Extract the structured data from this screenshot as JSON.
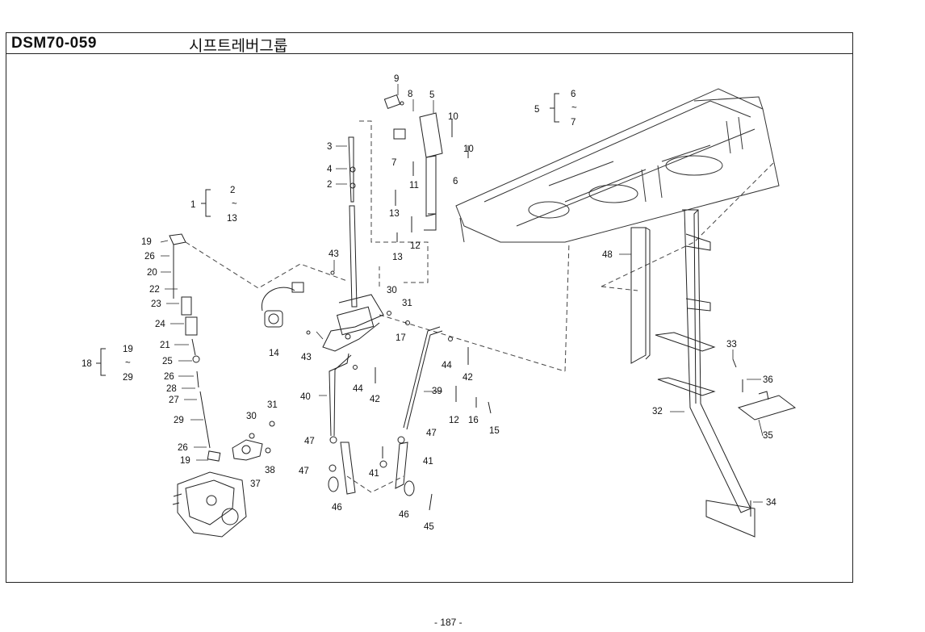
{
  "header": {
    "code": "DSM70-059",
    "title": "시프트레버그룹"
  },
  "groups": [
    {
      "parent": "1",
      "from": "2",
      "sep": "~",
      "to": "13"
    },
    {
      "parent": "5",
      "from": "6",
      "sep": "~",
      "to": "7"
    },
    {
      "parent": "18",
      "from": "19",
      "sep": "~",
      "to": "29"
    }
  ],
  "callouts": [
    "9",
    "8",
    "5",
    "10",
    "10",
    "7",
    "11",
    "6",
    "3",
    "4",
    "2",
    "13",
    "12",
    "13",
    "43",
    "30",
    "31",
    "17",
    "14",
    "43",
    "44",
    "42",
    "44",
    "42",
    "40",
    "39",
    "12",
    "16",
    "15",
    "47",
    "47",
    "47",
    "41",
    "41",
    "46",
    "46",
    "45",
    "19",
    "26",
    "20",
    "22",
    "23",
    "24",
    "21",
    "25",
    "26",
    "28",
    "27",
    "29",
    "30",
    "31",
    "26",
    "19",
    "38",
    "37",
    "48",
    "33",
    "36",
    "32",
    "35",
    "34"
  ],
  "footer": {
    "page": "- 187 -"
  },
  "colors": {
    "ink": "#111111",
    "paper": "#ffffff"
  }
}
